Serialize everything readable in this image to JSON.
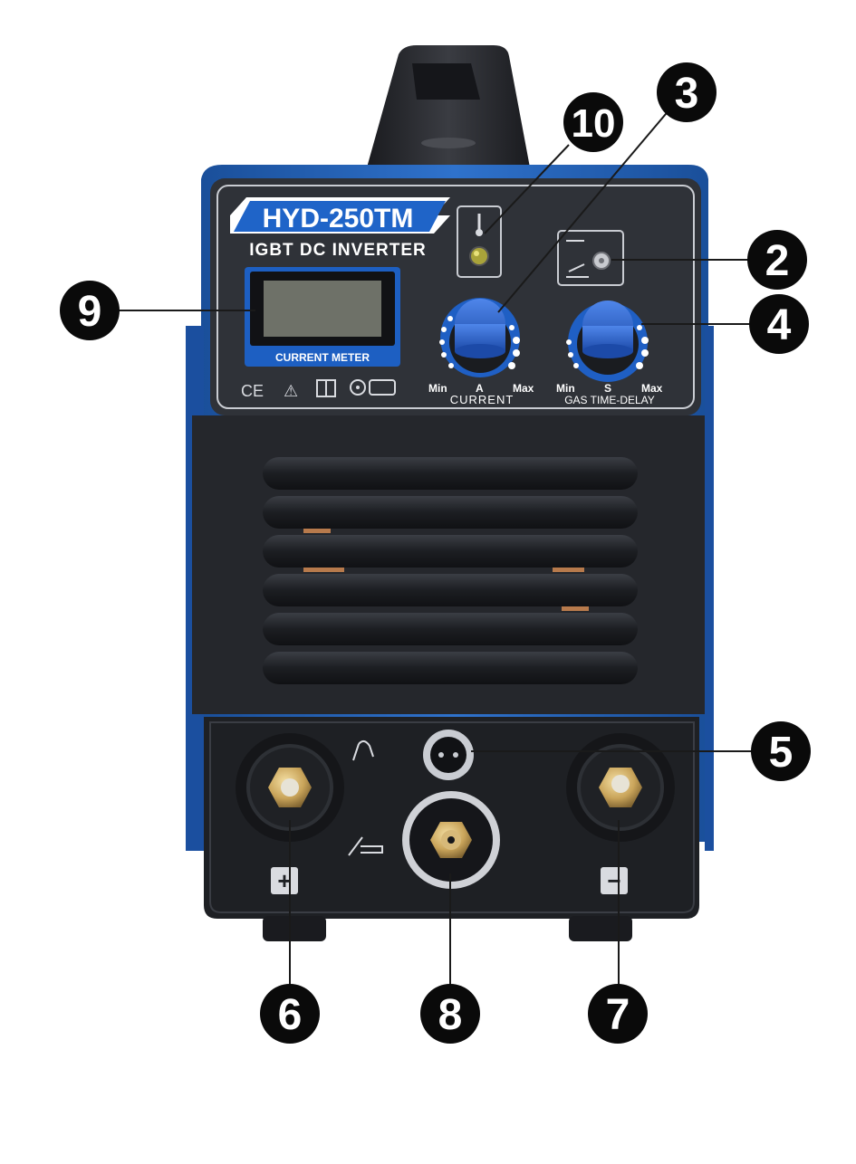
{
  "model_badge": "HYD-250TM",
  "subtitle": "IGBT DC INVERTER",
  "meter_label": "CURRENT METER",
  "current_knob": {
    "min": "Min",
    "unit": "A",
    "max": "Max",
    "label": "CURRENT"
  },
  "gas_knob": {
    "min": "Min",
    "unit": "S",
    "max": "Max",
    "label": "GAS TIME-DELAY"
  },
  "marks": {
    "ce": "CE",
    "warning": "⚠"
  },
  "terminals": {
    "positive": "+",
    "negative": "−"
  },
  "callouts": {
    "c2": "2",
    "c3": "3",
    "c4": "4",
    "c5": "5",
    "c6": "6",
    "c7": "7",
    "c8": "8",
    "c9": "9",
    "c10": "10"
  },
  "colors": {
    "housing_blue": "#1f5fb5",
    "panel_dark": "#2f3238",
    "body_black": "#25272c",
    "knob_blue": "#2a62d4",
    "brass": "#c9a45a",
    "callout_fill": "#0a0a0a"
  }
}
